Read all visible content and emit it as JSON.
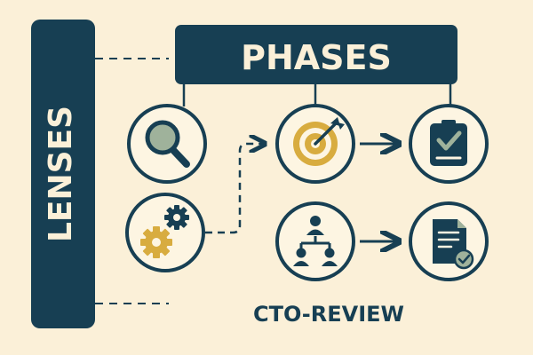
{
  "colors": {
    "background": "#fbf0d8",
    "navy": "#173f53",
    "gold": "#d8ac3f",
    "gold_light": "#e8c260",
    "sage": "#9fb29b",
    "circle_fill": "#fdf5e2",
    "paper": "#fbf0d8"
  },
  "labels": {
    "lenses": "LENSES",
    "phases": "PHASES",
    "review": "CTO-REVIEW"
  },
  "icons": [
    "magnifier-icon",
    "gears-icon",
    "target-icon",
    "checklist-icon",
    "org-chart-icon",
    "document-check-icon"
  ]
}
